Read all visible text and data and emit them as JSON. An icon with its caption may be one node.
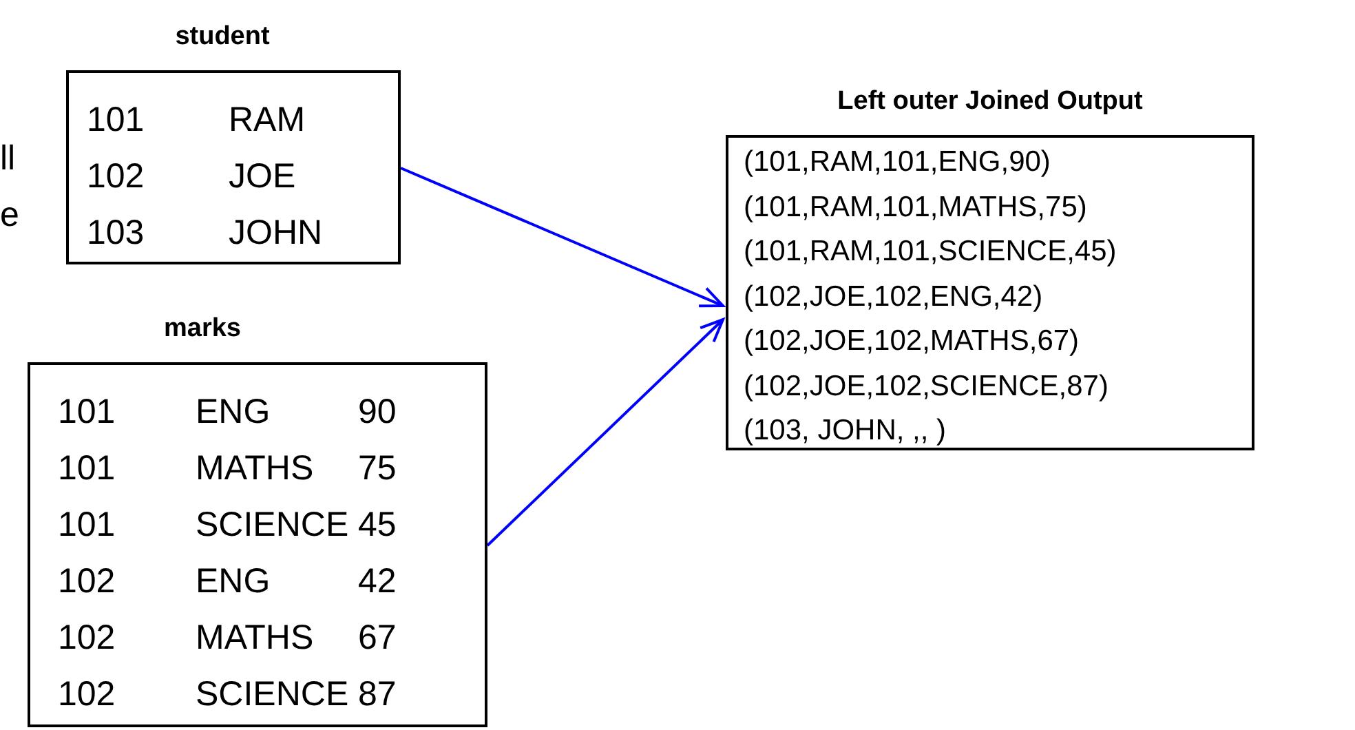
{
  "diagram": {
    "nodes": [
      {
        "text": [
          "student",
          "101",
          "RAM",
          "102",
          "JOE",
          "103",
          "JOHN"
        ]
      },
      {
        "text": [
          "marks",
          "101",
          "ENG",
          "90",
          "101",
          "MATHS",
          "75",
          "101",
          "SCIENCE",
          "45",
          "102",
          "ENG",
          "42",
          "102",
          "MATHS",
          "67",
          "102",
          "SCIENCE",
          "87"
        ]
      },
      {
        "text": [
          "Left outer Joined Output",
          "(101,RAM,101,ENG,90)",
          "(101,RAM,101,MATHS,75)",
          "(101,RAM,101,SCIENCE,45)",
          "(102,JOE,102,ENG,42)",
          "(102,JOE,102,MATHS,67)",
          "(102,JOE,102,SCIENCE,87)",
          "(103, JOHN, ,, )"
        ]
      }
    ],
    "edges": [
      {
        "from": 0,
        "to": 2,
        "arrow": "to",
        "color": "#0000ff"
      },
      {
        "from": 1,
        "to": 2,
        "arrow": "to",
        "color": "#0000ff"
      }
    ],
    "labels": [
      "ll",
      "e"
    ]
  }
}
